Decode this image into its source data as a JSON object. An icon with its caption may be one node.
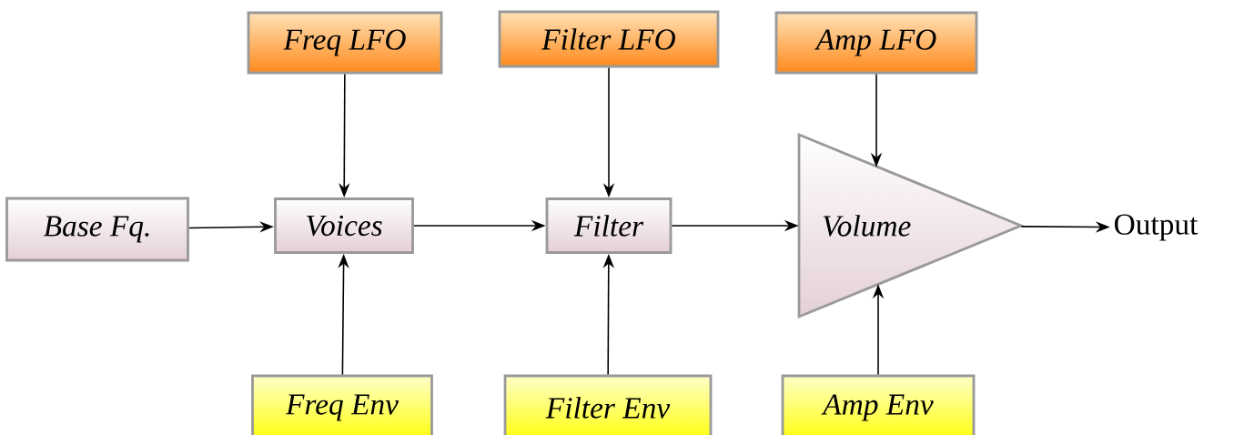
{
  "diagram": {
    "nodes": [
      {
        "text": [
          "Freq LFO"
        ]
      },
      {
        "text": [
          "Filter LFO"
        ]
      },
      {
        "text": [
          "Amp LFO"
        ]
      },
      {
        "text": [
          "Base Fq."
        ]
      },
      {
        "text": [
          "Voices"
        ]
      },
      {
        "text": [
          "Filter"
        ]
      },
      {
        "text": [
          "Volume"
        ]
      },
      {
        "text": [
          "Output"
        ]
      },
      {
        "text": [
          "Freq Env"
        ]
      },
      {
        "text": [
          "Filter Env"
        ]
      },
      {
        "text": [
          "Amp Env"
        ]
      }
    ],
    "edges": [
      {
        "from": 0,
        "to": 4,
        "arrow": "to"
      },
      {
        "from": 1,
        "to": 5,
        "arrow": "to"
      },
      {
        "from": 2,
        "to": 6,
        "arrow": "to"
      },
      {
        "from": 3,
        "to": 4,
        "arrow": "to"
      },
      {
        "from": 4,
        "to": 5,
        "arrow": "to"
      },
      {
        "from": 5,
        "to": 6,
        "arrow": "to"
      },
      {
        "from": 6,
        "to": 7,
        "arrow": "to"
      },
      {
        "from": 8,
        "to": 4,
        "arrow": "to"
      },
      {
        "from": 9,
        "to": 5,
        "arrow": "to"
      },
      {
        "from": 10,
        "to": 6,
        "arrow": "to"
      }
    ]
  }
}
